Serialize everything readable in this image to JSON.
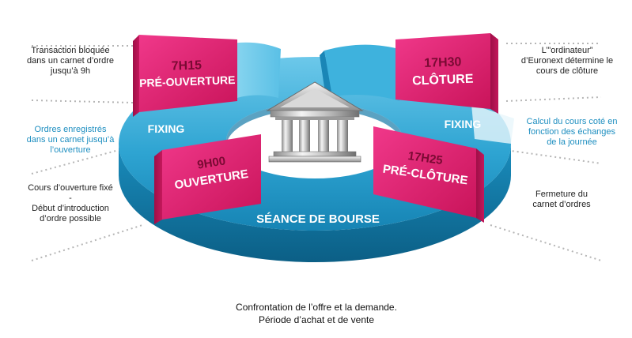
{
  "blocks": {
    "preouverture": {
      "time": "7H15",
      "label": "PRÉ-OUVERTURE"
    },
    "cloture": {
      "time": "17H30",
      "label": "CLÔTURE"
    },
    "ouverture": {
      "time": "9H00",
      "label": "OUVERTURE"
    },
    "precloture": {
      "time": "17H25",
      "label": "PRÉ-CLÔTURE"
    }
  },
  "ring": {
    "fixing_left": "FIXING",
    "fixing_right": "FIXING",
    "seance": "SÉANCE DE BOURSE"
  },
  "notes": {
    "left_1": "Transaction bloquée\ndans un carnet d’ordre\njusqu’à 9h",
    "left_2": "Ordres enregistrés\ndans un carnet jusqu’à\nl’ouverture",
    "left_3": "Cours d’ouverture fixé\n-\nDébut d’introduction\nd’ordre possible",
    "right_1": "L’”ordinateur”\nd’Euronext détermine le\ncours de clôture",
    "right_2": "Calcul du cours coté en\nfonction des échanges\nde la journée",
    "right_3": "Fermeture du\ncarnet d’ordres"
  },
  "caption": {
    "line1": "Confrontation de l’offre et la demande.",
    "line2": "Période d’achat et de vente"
  },
  "icons": {
    "center": "bank-building-icon"
  },
  "colors": {
    "magenta": "#e5206e",
    "blue": "#2a9fcc",
    "light_blue": "#7fd1ec",
    "note_blue": "#1d8ec0"
  }
}
